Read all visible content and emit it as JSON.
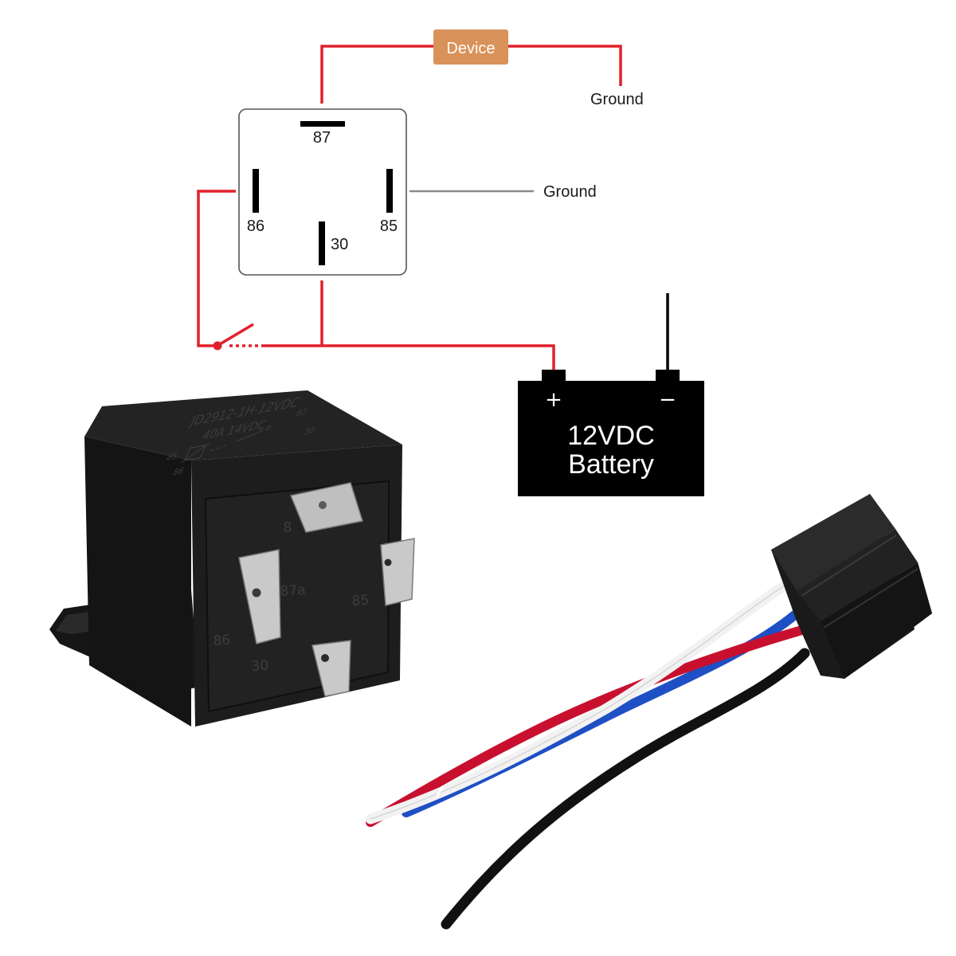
{
  "diagram": {
    "device_label": "Device",
    "ground_device_label": "Ground",
    "ground_relay_label": "Ground",
    "relay": {
      "pin_87": "87",
      "pin_86": "86",
      "pin_85": "85",
      "pin_30": "30"
    },
    "battery": {
      "plus": "+",
      "minus": "−",
      "line1": "12VDC",
      "line2": "Battery"
    }
  },
  "product": {
    "relay_marking": {
      "model": "JD2912-1H-12VDC",
      "rating": "40A 14VDC",
      "pin_86_mark": "86",
      "pin_85_mark": "85",
      "pin_87_mark": "87",
      "pin_30_mark": "30",
      "face_87": "8",
      "face_87a": "87a",
      "face_85": "85",
      "face_86": "86",
      "face_30": "30"
    },
    "harness_wire_colors": [
      "#f2f2f2",
      "#c8102e",
      "#1f4fc4",
      "#111111"
    ],
    "body_color": "#1b1b1b",
    "terminal_color": "#c9c9c9"
  },
  "colors": {
    "wire_red": "#e2202c",
    "wire_ground": "#8a8a8a",
    "device_fill": "#d9925a",
    "battery_fill": "#000000"
  }
}
